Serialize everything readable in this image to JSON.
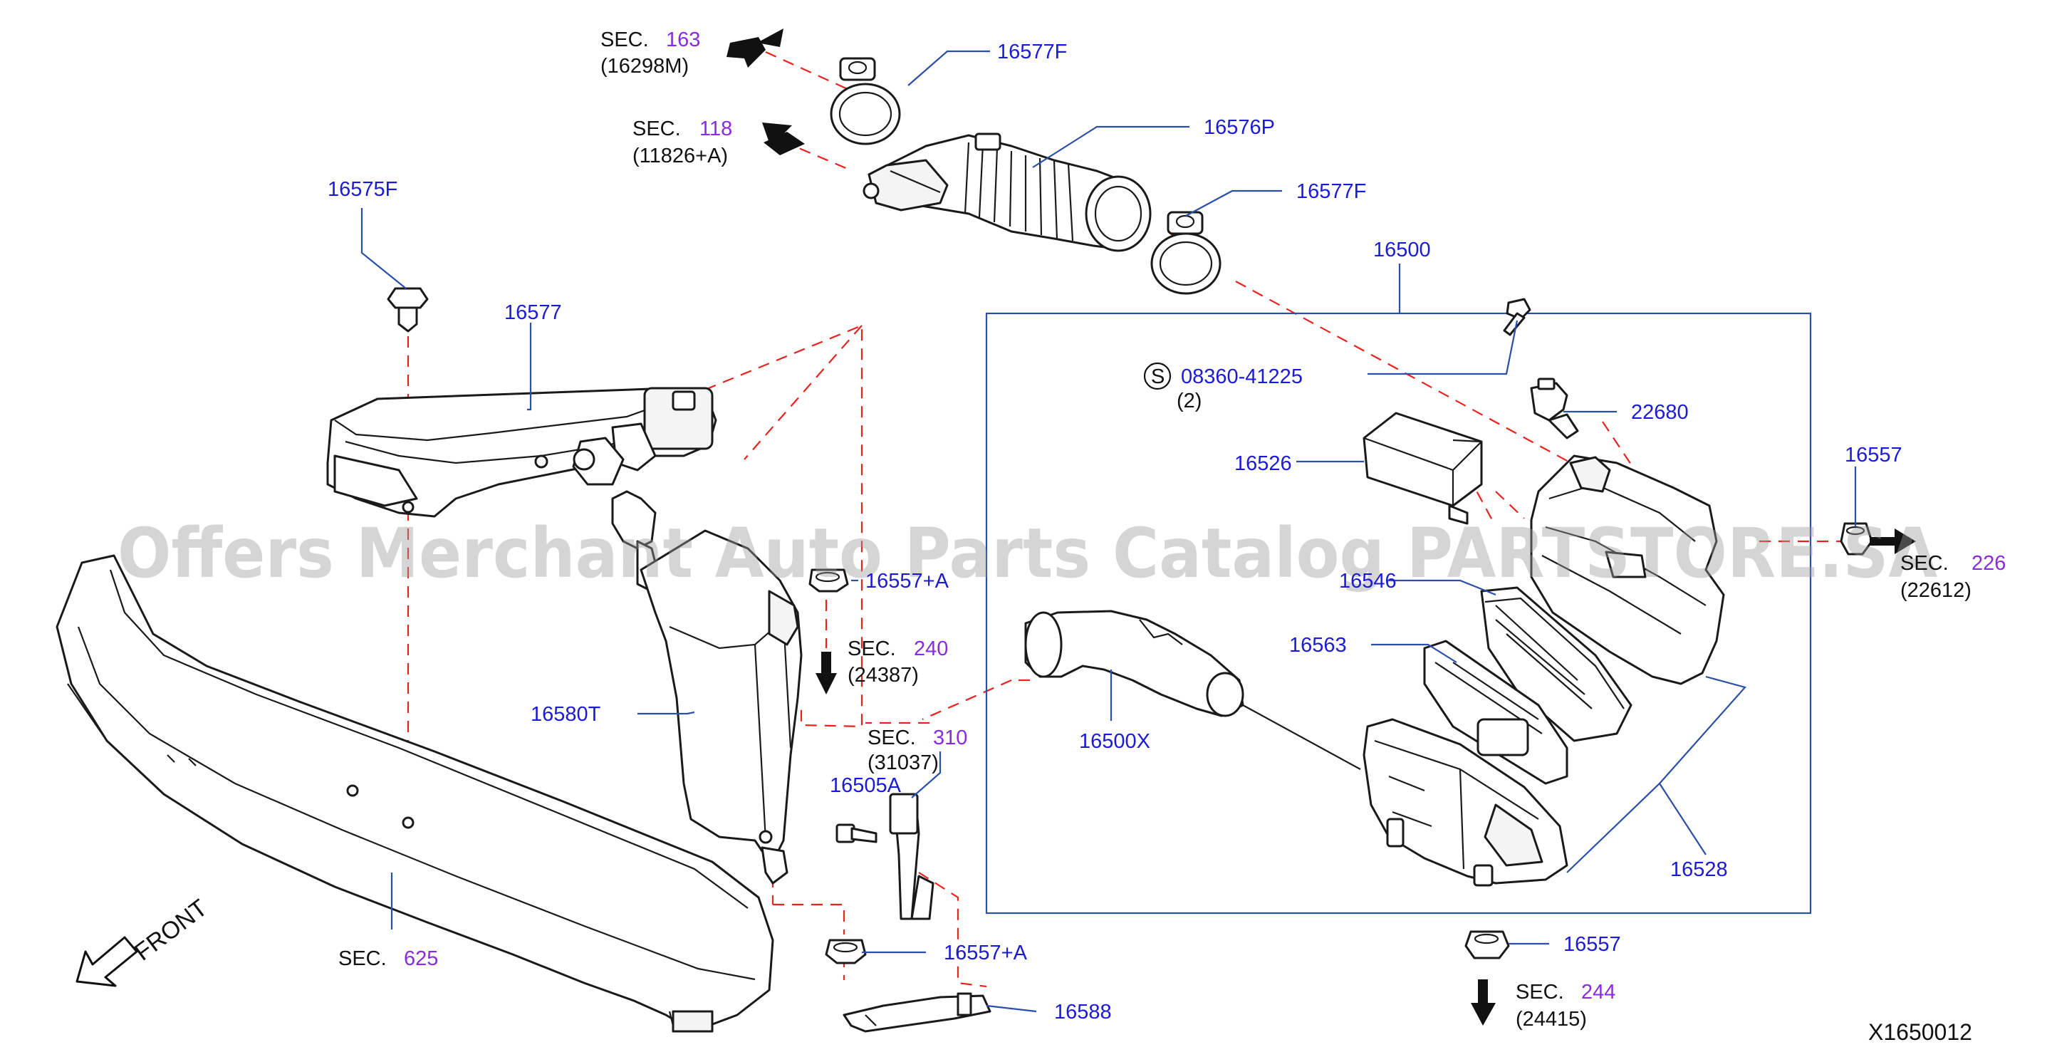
{
  "watermark": "Offers Merchant Auto Parts Catalog PARTSTORE.SA",
  "diagram_id": "X1650012",
  "front_label": "FRONT",
  "sec_word": "SEC.",
  "sections": {
    "s163": {
      "num": "163",
      "ref": "(16298M)"
    },
    "s118": {
      "num": "118",
      "ref": "(11826+A)"
    },
    "s240": {
      "num": "240",
      "ref": "(24387)"
    },
    "s310": {
      "num": "310",
      "ref": "(31037)"
    },
    "s226": {
      "num": "226",
      "ref": "(22612)"
    },
    "s244": {
      "num": "244",
      "ref": "(24415)"
    },
    "s625": {
      "num": "625"
    }
  },
  "parts": {
    "p16577F_top": "16577F",
    "p16576P": "16576P",
    "p16577F_mid": "16577F",
    "p16575F": "16575F",
    "p16577": "16577",
    "p16500": "16500",
    "p08360": "08360-41225",
    "p08360_qty": "(2)",
    "p08360_mark": "S",
    "p22680": "22680",
    "p16526": "16526",
    "p16557_right": "16557",
    "p16557A_upper": "16557+A",
    "p16546": "16546",
    "p16563": "16563",
    "p16580T": "16580T",
    "p16500X": "16500X",
    "p16505A": "16505A",
    "p16528": "16528",
    "p16557A_lower": "16557+A",
    "p16557_bottom": "16557",
    "p16588": "16588"
  },
  "colors": {
    "part_label": "#1b1bd6",
    "section_number": "#8a2be2",
    "leader": "#2b4ea8",
    "dashed_path": "#e8221c",
    "outline": "#1a1a1a"
  },
  "icons": [
    "arrow-icon",
    "front-arrow-icon"
  ]
}
